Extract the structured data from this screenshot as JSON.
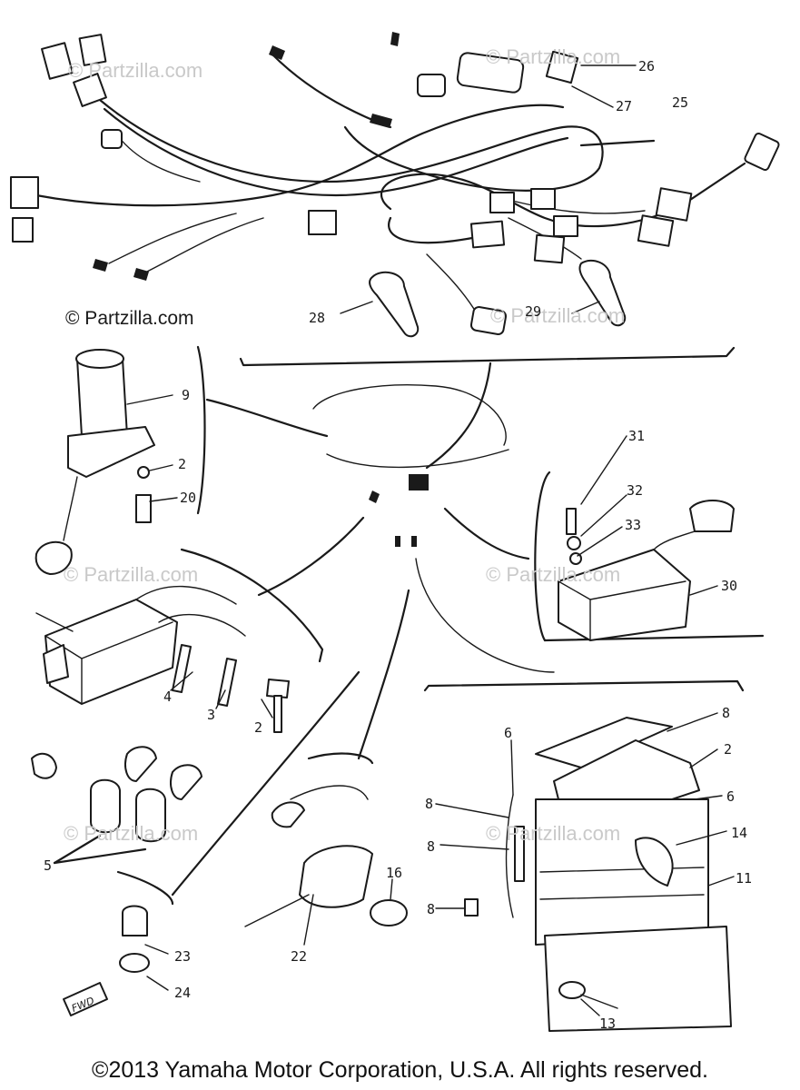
{
  "watermark_main": "© Partzilla.com",
  "watermark_faint": "© Partzilla.com",
  "copyright": "©2013 Yamaha Motor Corporation, U.S.A. All rights reserved.",
  "front_marker": "FWD",
  "callouts": {
    "c26": "26",
    "c27": "27",
    "c25": "25",
    "c28": "28",
    "c29": "29",
    "c9": "9",
    "c2a": "2",
    "c20": "20",
    "c31": "31",
    "c32": "32",
    "c33": "33",
    "c30": "30",
    "c4": "4",
    "c3": "3",
    "c2b": "2",
    "c5": "5",
    "c23": "23",
    "c24": "24",
    "c22": "22",
    "c16": "16",
    "c8": "8",
    "c2c": "2",
    "c6": "6",
    "c14": "14",
    "c11": "11",
    "c13": "13"
  }
}
